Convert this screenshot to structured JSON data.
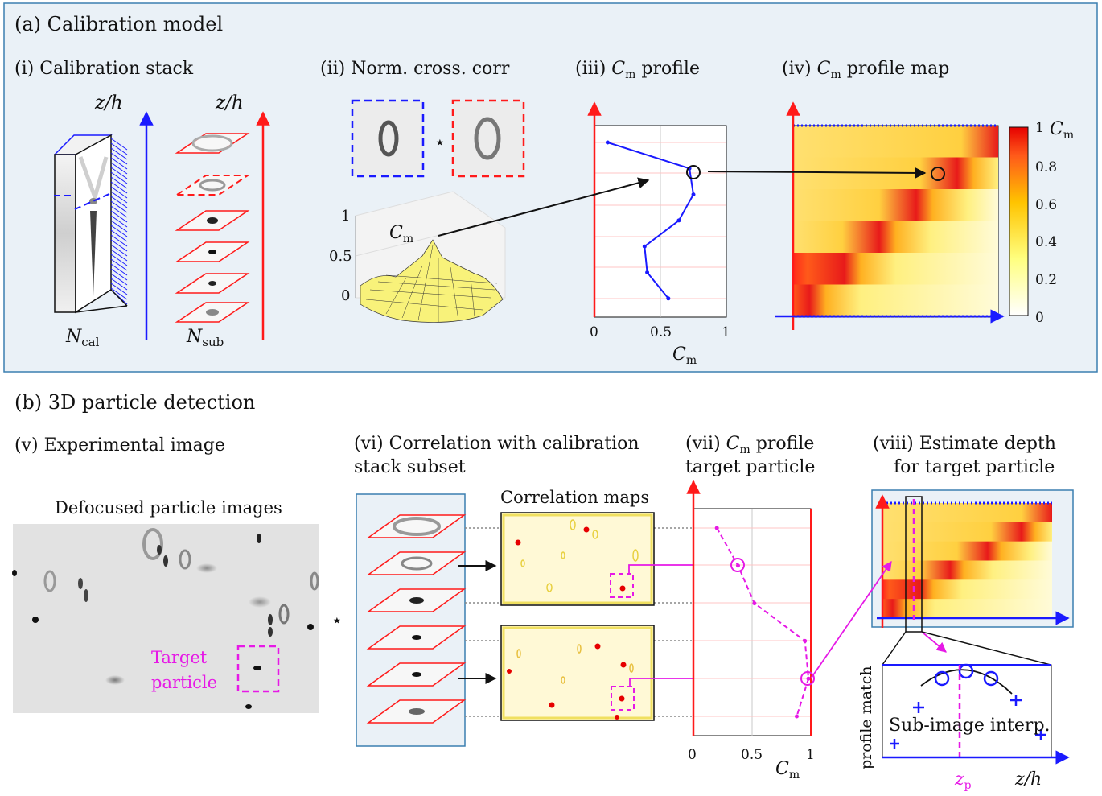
{
  "panel_a": {
    "title": "(a) Calibration model",
    "sub_i": "(i) Calibration stack",
    "sub_ii": "(ii) Norm. cross. corr",
    "sub_iii_prefix": "(iii) ",
    "sub_iii_suffix": " profile",
    "sub_iv_prefix": "(iv) ",
    "sub_iv_suffix": " profile map",
    "zh_label": "z/h",
    "ncal": "N",
    "ncal_sub": "cal",
    "nsub": "N",
    "nsub_sub": "sub",
    "cm": "C",
    "cm_sub": "m",
    "star": "⋆",
    "surf_ticks": [
      "1",
      "0.5",
      "0"
    ],
    "profile_xticks": [
      "0",
      "0.5",
      "1"
    ],
    "colorbar_ticks": [
      "1",
      "0.8",
      "0.6",
      "0.4",
      "0.2",
      "0"
    ]
  },
  "panel_b": {
    "title": "(b) 3D particle detection",
    "sub_v": "(v) Experimental image",
    "defocused": "Defocused particle images",
    "target_line1": "Target",
    "target_line2": "particle",
    "sub_vi_line1": "(vi) Correlation with calibration",
    "sub_vi_line2": "stack subset",
    "corr_maps": "Correlation maps",
    "sub_vii_line1_prefix": "(vii) ",
    "sub_vii_line1_suffix": " profile",
    "sub_vii_line2": "target particle",
    "sub_viii_line1": "(viii) Estimate depth",
    "sub_viii_line2": "for target particle",
    "profile_match": "profile match",
    "subimage_interp": "Sub-image interp.",
    "zp": "z",
    "zp_sub": "p",
    "zh": "z/h",
    "xticks": [
      "0",
      "0.5",
      "1"
    ]
  },
  "colors": {
    "blue": "#1a1aff",
    "red": "#ff1a1a",
    "magenta": "#e619e6",
    "panel_bg": "#eaf1f7",
    "panel_border": "#3b7fb0"
  },
  "chart_data": [
    {
      "type": "line",
      "panel": "(iii) Cm profile",
      "xlabel": "Cm",
      "xlim": [
        0,
        1
      ],
      "x": [
        0.1,
        0.72,
        0.75,
        0.64,
        0.38,
        0.4,
        0.56
      ],
      "y": [
        7,
        6,
        5,
        4,
        3,
        2,
        1
      ]
    },
    {
      "type": "line",
      "panel": "(vii) Cm profile target particle",
      "xlabel": "Cm",
      "xlim": [
        0,
        1
      ],
      "x": [
        0.2,
        0.38,
        0.52,
        0.95,
        0.98,
        0.88
      ],
      "y": [
        6,
        5,
        4,
        3,
        2,
        1
      ]
    }
  ]
}
